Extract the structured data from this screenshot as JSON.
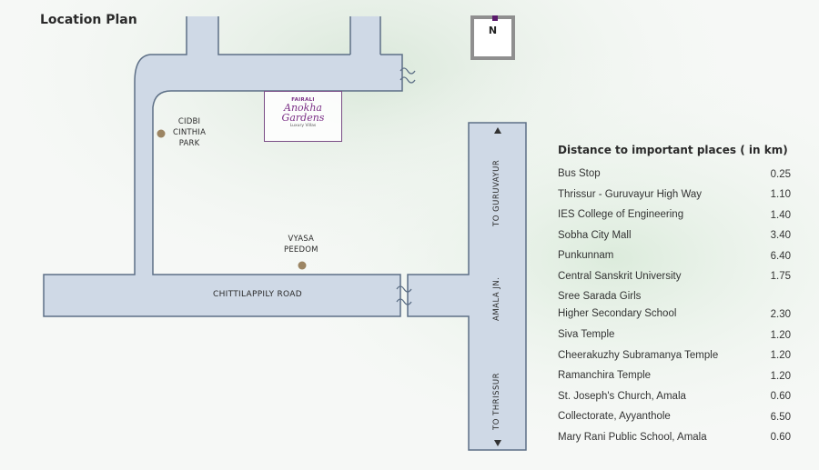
{
  "title": "Location Plan",
  "compass": {
    "label": "N"
  },
  "brand": {
    "top": "FAIRALI",
    "name_line1": "Anokha",
    "name_line2": "Gardens",
    "tagline": "Luxury Villas"
  },
  "landmarks": {
    "park": [
      "CIDBI",
      "CINTHIA",
      "PARK"
    ],
    "peedom": [
      "VYASA",
      "PEEDOM"
    ]
  },
  "roads": {
    "horizontal": "CHITTILAPPILY ROAD",
    "vertical_top": "TO GURUVAYUR",
    "vertical_mid": "AMALA JN.",
    "vertical_bottom": "TO THRISSUR"
  },
  "distances": {
    "heading": "Distance to important places ( in km)",
    "items": [
      {
        "place": "Bus Stop",
        "km": "0.25"
      },
      {
        "place": "Thrissur - Guruvayur High Way",
        "km": "1.10"
      },
      {
        "place": "IES College of Engineering",
        "km": "1.40"
      },
      {
        "place": "Sobha City Mall",
        "km": "3.40"
      },
      {
        "place": "Punkunnam",
        "km": "6.40"
      },
      {
        "place": "Central Sanskrit University",
        "km": "1.75"
      },
      {
        "place": "Sree Sarada Girls",
        "place_line2": "Higher Secondary School",
        "km": "2.30"
      },
      {
        "place": "Siva Temple",
        "km": "1.20"
      },
      {
        "place": "Cheerakuzhy Subramanya Temple",
        "km": "1.20"
      },
      {
        "place": "Ramanchira Temple",
        "km": "1.20"
      },
      {
        "place": "St. Joseph's Church, Amala",
        "km": "0.60"
      },
      {
        "place": "Collectorate, Ayyanthole",
        "km": "6.50"
      },
      {
        "place": "Mary Rani Public School, Amala",
        "km": "0.60"
      }
    ]
  },
  "colors": {
    "road_fill": "#cfd9e6",
    "road_outline": "#5d6f86",
    "landmark_dot": "#9c8563",
    "brand": "#7a2f86"
  }
}
